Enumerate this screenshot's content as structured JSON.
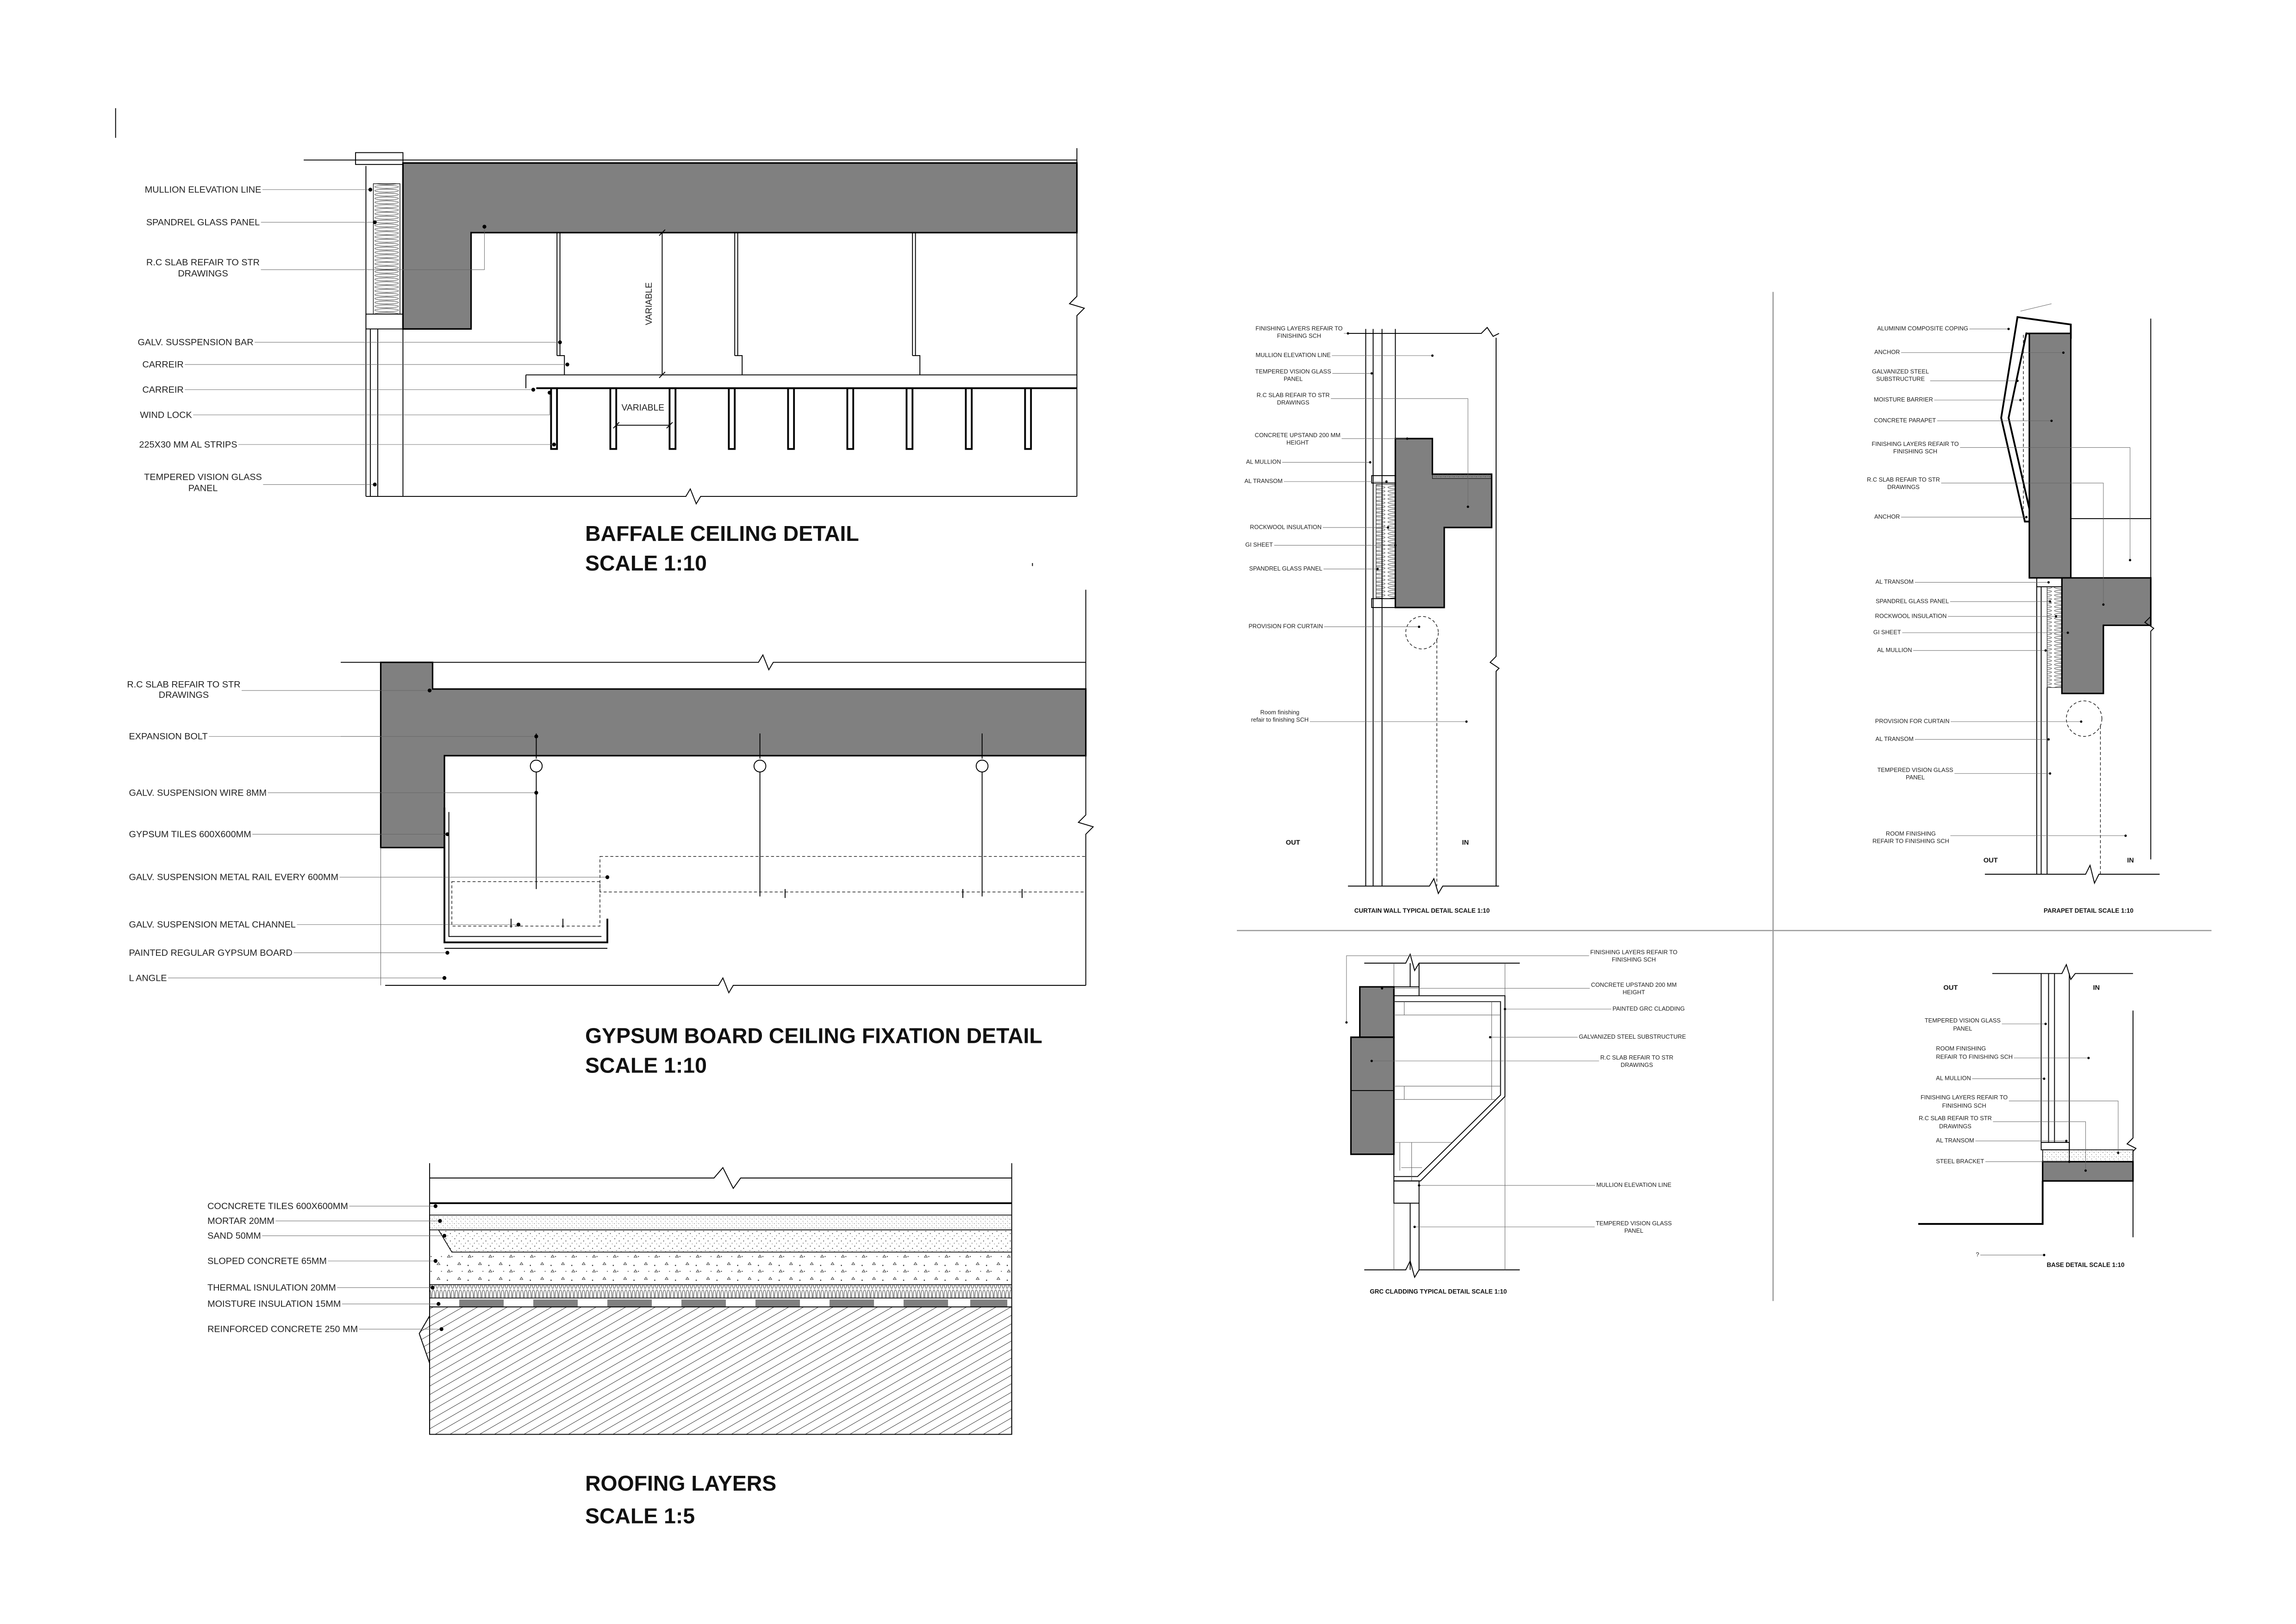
{
  "details": {
    "baffle": {
      "title": "BAFFALE CEILING DETAIL",
      "scale": "SCALE 1:10",
      "dimension_labels": [
        "VARIABLE",
        "VARIABLE"
      ],
      "labels": [
        [
          "MULLION ELEVATION LINE"
        ],
        [
          "SPANDREL GLASS PANEL"
        ],
        [
          "R.C SLAB REFAIR TO STR",
          "DRAWINGS"
        ],
        [
          "GALV. SUSSPENSION BAR"
        ],
        [
          "CARREIR"
        ],
        [
          "CARREIR"
        ],
        [
          "WIND LOCK"
        ],
        [
          "225X30 MM AL STRIPS"
        ],
        [
          "TEMPERED VISION GLASS",
          "PANEL"
        ]
      ]
    },
    "gypsum": {
      "title": "GYPSUM BOARD CEILING FIXATION DETAIL",
      "scale": "SCALE 1:10",
      "labels": [
        [
          "R.C SLAB REFAIR TO STR",
          "DRAWINGS"
        ],
        [
          "EXPANSION BOLT"
        ],
        [
          "GALV. SUSPENSION WIRE 8MM"
        ],
        [
          "GYPSUM TILES 600X600MM"
        ],
        [
          "GALV. SUSPENSION METAL RAIL EVERY 600MM"
        ],
        [
          "GALV. SUSPENSION METAL CHANNEL"
        ],
        [
          "PAINTED REGULAR GYPSUM BOARD"
        ],
        [
          "L ANGLE"
        ]
      ]
    },
    "roofing": {
      "title": "ROOFING LAYERS",
      "scale": "SCALE 1:5",
      "labels": [
        [
          "COCNCRETE TILES 600X600MM"
        ],
        [
          "MORTAR 20MM"
        ],
        [
          "SAND 50MM"
        ],
        [
          "SLOPED CONCRETE 65MM"
        ],
        [
          "THERMAL ISNULATION 20MM"
        ],
        [
          "MOISTURE INSULATION 15MM"
        ],
        [
          "REINFORCED CONCRETE 250 MM"
        ]
      ]
    },
    "curtain_wall": {
      "title": "CURTAIN WALL TYPICAL DETAIL SCALE 1:10",
      "out": "OUT",
      "in": "IN",
      "labels": [
        [
          "FINISHING LAYERS REFAIR TO",
          "FINISHING SCH"
        ],
        [
          "MULLION ELEVATION LINE"
        ],
        [
          "TEMPERED VISION GLASS",
          "PANEL"
        ],
        [
          "R.C SLAB REFAIR TO STR",
          "DRAWINGS"
        ],
        [
          "CONCRETE UPSTAND 200 MM",
          "HEIGHT"
        ],
        [
          "AL MULLION"
        ],
        [
          "AL TRANSOM"
        ],
        [
          "ROCKWOOL INSULATION"
        ],
        [
          "GI SHEET"
        ],
        [
          "SPANDREL GLASS PANEL"
        ],
        [
          "PROVISION FOR CURTAIN"
        ],
        [
          "Room finishing",
          "refair to finishing SCH"
        ]
      ]
    },
    "parapet": {
      "title": "PARAPET DETAIL SCALE 1:10",
      "out": "OUT",
      "in": "IN",
      "labels": [
        [
          "ALUMINIM COMPOSITE COPING"
        ],
        [
          "ANCHOR"
        ],
        [
          "GALVANIZED STEEL",
          "SUBSTRUCTURE"
        ],
        [
          "MOISTURE BARRIER"
        ],
        [
          "CONCRETE PARAPET"
        ],
        [
          "FINISHING LAYERS REFAIR TO",
          "FINISHING SCH"
        ],
        [
          "R.C SLAB REFAIR TO STR",
          "DRAWINGS"
        ],
        [
          "ANCHOR"
        ],
        [
          "AL TRANSOM"
        ],
        [
          "SPANDREL GLASS PANEL"
        ],
        [
          "ROCKWOOL INSULATION"
        ],
        [
          "GI SHEET"
        ],
        [
          "AL MULLION"
        ],
        [
          "PROVISION FOR CURTAIN"
        ],
        [
          "AL TRANSOM"
        ],
        [
          "TEMPERED VISION GLASS",
          "PANEL"
        ],
        [
          "ROOM FINISHING",
          "REFAIR TO FINISHING SCH"
        ]
      ]
    },
    "grc": {
      "title": "GRC CLADDING TYPICAL DETAIL SCALE 1:10",
      "labels": [
        [
          "FINISHING LAYERS REFAIR TO",
          "FINISHING SCH"
        ],
        [
          "CONCRETE UPSTAND 200 MM",
          "HEIGHT"
        ],
        [
          "PAINTED GRC CLADDING"
        ],
        [
          "GALVANIZED STEEL SUBSTRUCTURE"
        ],
        [
          "R.C SLAB REFAIR TO STR",
          "DRAWINGS"
        ],
        [
          "MULLION ELEVATION LINE"
        ],
        [
          "TEMPERED VISION GLASS",
          "PANEL"
        ]
      ]
    },
    "base": {
      "title": "BASE DETAIL SCALE 1:10",
      "out": "OUT",
      "in": "IN",
      "labels": [
        [
          "TEMPERED VISION GLASS",
          "PANEL"
        ],
        [
          "ROOM FINISHING",
          "REFAIR TO FINISHING SCH"
        ],
        [
          "AL MULLION"
        ],
        [
          "FINISHING LAYERS REFAIR TO",
          "FINISHING SCH"
        ],
        [
          "R.C SLAB REFAIR TO STR",
          "DRAWINGS"
        ],
        [
          "AL TRANSOM"
        ],
        [
          "STEEL BRACKET"
        ],
        [
          "?"
        ]
      ]
    }
  },
  "colors": {
    "concrete": "#808080",
    "line": "#000000"
  }
}
